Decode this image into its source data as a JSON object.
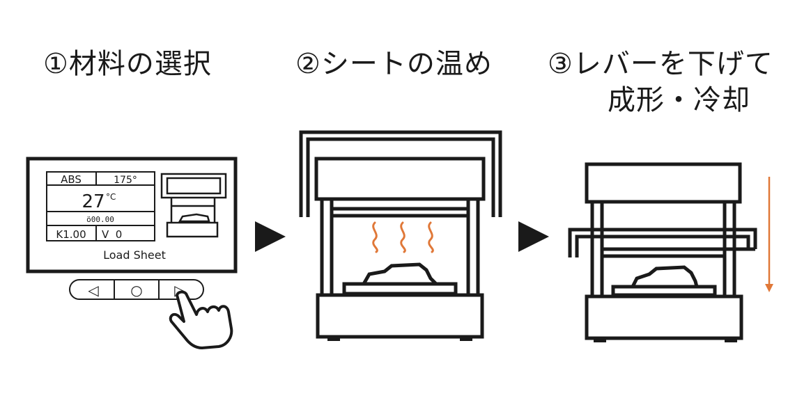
{
  "steps": [
    {
      "title": "①材料の選択"
    },
    {
      "title": "②シートの温め"
    },
    {
      "title_line1": "③レバーを下げて",
      "title_line2": "成形・冷却"
    }
  ],
  "screen": {
    "material": "ABS",
    "set_temp": "175°",
    "current_temp": "27",
    "temp_unit": "°C",
    "timer": "ö00.00",
    "k_value": "K1.00",
    "v_value": "V  0",
    "status": "Load Sheet"
  },
  "buttons": {
    "left": "◁",
    "center": "○",
    "right": "▷"
  },
  "colors": {
    "ink": "#1a1a1a",
    "heat": "#e07838",
    "arrow_down": "#e07838"
  }
}
